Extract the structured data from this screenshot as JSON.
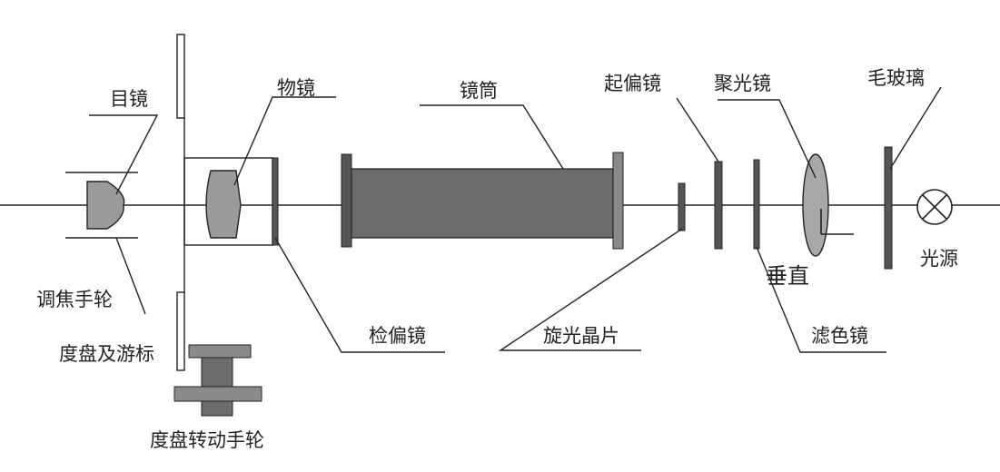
{
  "labels": {
    "eyepiece": "目镜",
    "objective": "物镜",
    "tube": "镜筒",
    "polarizer": "起偏镜",
    "condenser": "聚光镜",
    "ground_glass": "毛玻璃",
    "light_source": "光源",
    "vertical": "垂直",
    "focus_wheel": "调焦手轮",
    "scale_vernier": "度盘及游标",
    "analyzer": "检偏镜",
    "optical_rotation_crystal": "旋光晶片",
    "color_filter": "滤色镜",
    "dial_wheel": "度盘转动手轮"
  },
  "colors": {
    "line": "#222222",
    "tube_fill": "#6b6b6b",
    "dark_part": "#555555",
    "lens_fill": "#9a9a9a",
    "flange_fill": "#8a8a8a",
    "light_fill": "#a8a8a8"
  },
  "icons": {
    "light_source": "cross-circle-icon"
  }
}
